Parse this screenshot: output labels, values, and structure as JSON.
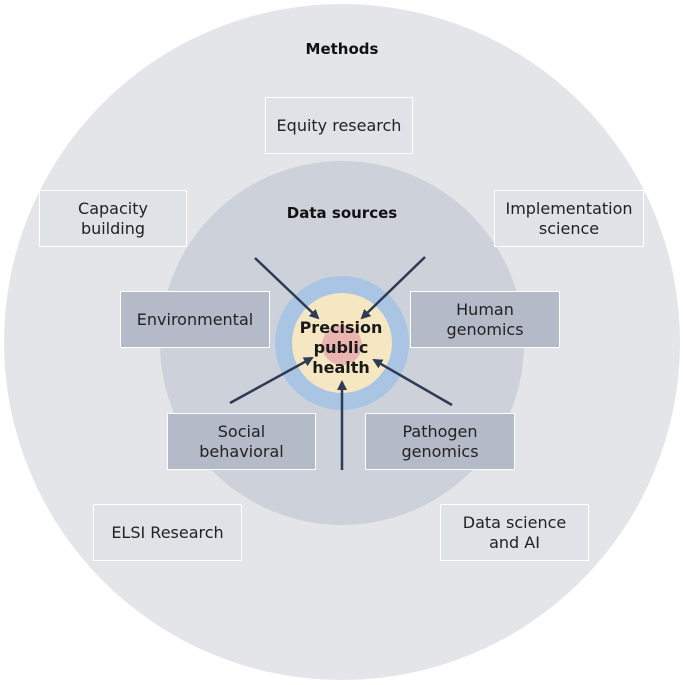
{
  "colors": {
    "outer_ring": "#e3e5e9",
    "data_ring": "#cdd1d9",
    "blue_ring": "#aac5e3",
    "core": "#f6e7c3",
    "core_dot": "#eab4b0",
    "arrow": "#2e3b54",
    "method_box": "#dfe2e7",
    "data_box": "#b4bac7"
  },
  "methods": {
    "title": "Methods",
    "boxes": [
      {
        "line1": "Equity research",
        "line2": ""
      },
      {
        "line1": "Capacity",
        "line2": "building"
      },
      {
        "line1": "Implementation",
        "line2": "science"
      },
      {
        "line1": "ELSI Research",
        "line2": ""
      },
      {
        "line1": "Data science",
        "line2": "and AI"
      }
    ]
  },
  "data_sources": {
    "title": "Data sources",
    "boxes": [
      {
        "line1": "Environmental",
        "line2": ""
      },
      {
        "line1": "Human",
        "line2": "genomics"
      },
      {
        "line1": "Social",
        "line2": "behavioral"
      },
      {
        "line1": "Pathogen",
        "line2": "genomics"
      }
    ]
  },
  "center": {
    "line1": "Precision",
    "line2": "public",
    "line3": "health"
  }
}
